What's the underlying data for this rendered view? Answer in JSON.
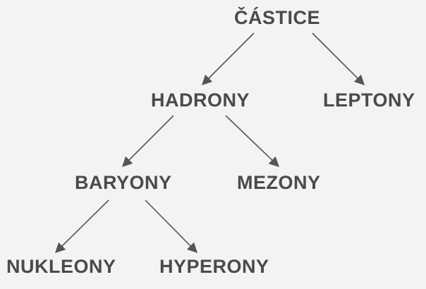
{
  "nodes": {
    "castice": "ČÁSTICE",
    "hadrony": "HADRONY",
    "leptony": "LEPTONY",
    "baryony": "BARYONY",
    "mezony": "MEZONY",
    "nukleony": "NUKLEONY",
    "hyperony": "HYPERONY"
  },
  "colors": {
    "background": "#f3f3f1",
    "text": "#4a4a4a",
    "arrow": "#555555"
  }
}
